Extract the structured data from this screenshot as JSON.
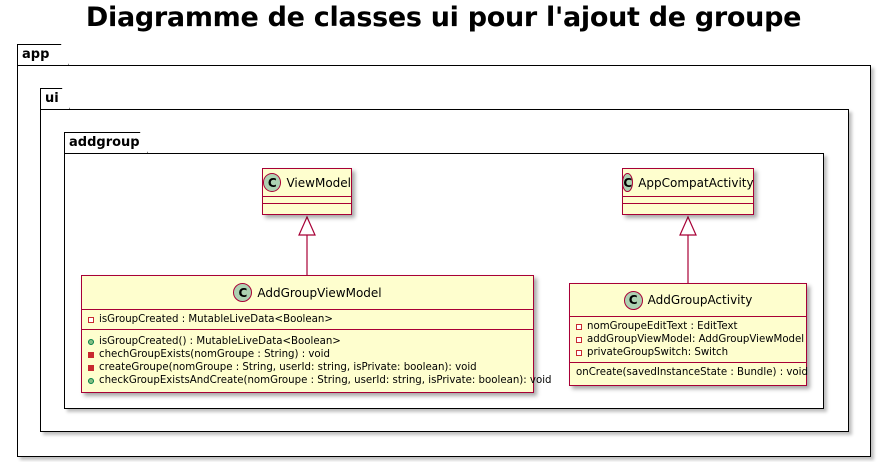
{
  "title": "Diagramme de classes ui pour l'ajout de groupe",
  "packages": {
    "app": "app",
    "ui": "ui",
    "addgroup": "addgroup"
  },
  "classes": {
    "view_model": {
      "stereotype": "C",
      "name": "ViewModel"
    },
    "app_compat_activity": {
      "stereotype": "C",
      "name": "AppCompatActivity"
    },
    "add_group_view_model": {
      "stereotype": "C",
      "name": "AddGroupViewModel",
      "fields": [
        {
          "visibility": "private",
          "text": "isGroupCreated : MutableLiveData<Boolean>"
        }
      ],
      "methods": [
        {
          "visibility": "public",
          "text": "isGroupCreated() : MutableLiveData<Boolean>"
        },
        {
          "visibility": "private",
          "text": "chechGroupExists(nomGroupe : String) : void"
        },
        {
          "visibility": "private",
          "text": "createGroupe(nomGroupe : String, userId: string, isPrivate: boolean): void"
        },
        {
          "visibility": "public",
          "text": "checkGroupExistsAndCreate(nomGroupe : String, userId: string, isPrivate: boolean): void"
        }
      ]
    },
    "add_group_activity": {
      "stereotype": "C",
      "name": "AddGroupActivity",
      "fields": [
        {
          "visibility": "private",
          "text": "nomGroupeEditText : EditText"
        },
        {
          "visibility": "private",
          "text": "addGroupViewModel: AddGroupViewModel"
        },
        {
          "visibility": "private",
          "text": "privateGroupSwitch: Switch"
        }
      ],
      "methods": [
        {
          "text": "onCreate(savedInstanceState : Bundle) : void"
        }
      ]
    }
  },
  "colors": {
    "class_fill": "#fefece",
    "class_border": "#a80036",
    "stereotype_circle": "#add1b2",
    "private_marker": "#c82930",
    "public_marker": "#84be84"
  }
}
